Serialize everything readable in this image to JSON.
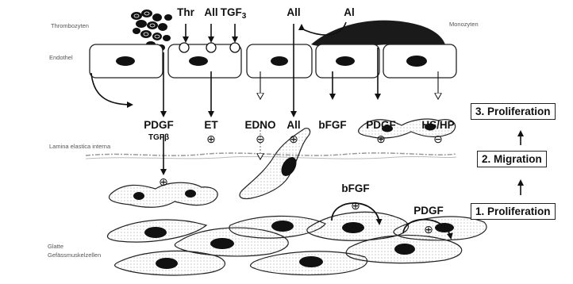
{
  "side_labels": {
    "thrombocytes": "Thrombozyten",
    "endothelium": "Endothel",
    "lamina": "Lamina elastica interna",
    "muscle_line1": "Glatte",
    "muscle_line2": "Gefässmuskelzellen",
    "monocytes": "Monozyten"
  },
  "top_labels": {
    "thr": "Thr",
    "all": "All",
    "tgf": "TGF",
    "tgf_sub": "3",
    "all2": "All",
    "al": "Al"
  },
  "mediators": [
    {
      "label": "PDGF",
      "sub": "TGFβ",
      "sign": ""
    },
    {
      "label": "ET",
      "sub": "",
      "sign": "⊕"
    },
    {
      "label": "EDNO",
      "sub": "",
      "sign": "⊖"
    },
    {
      "label": "All",
      "sub": "",
      "sign": "⊕"
    },
    {
      "label": "bFGF",
      "sub": "",
      "sign": ""
    },
    {
      "label": "PDGF",
      "sub": "",
      "sign": "⊕"
    },
    {
      "label": "HS/HP",
      "sub": "",
      "sign": "⊖"
    }
  ],
  "inner_signs": {
    "under_intima": "⊕"
  },
  "smc_labels": {
    "bfgf": "bFGF",
    "bfgf_sign": "⊕",
    "pdgf": "PDGF",
    "pdgf_sign": "⊕"
  },
  "stages": [
    "3. Proliferation",
    "2. Migration",
    "1. Proliferation"
  ]
}
